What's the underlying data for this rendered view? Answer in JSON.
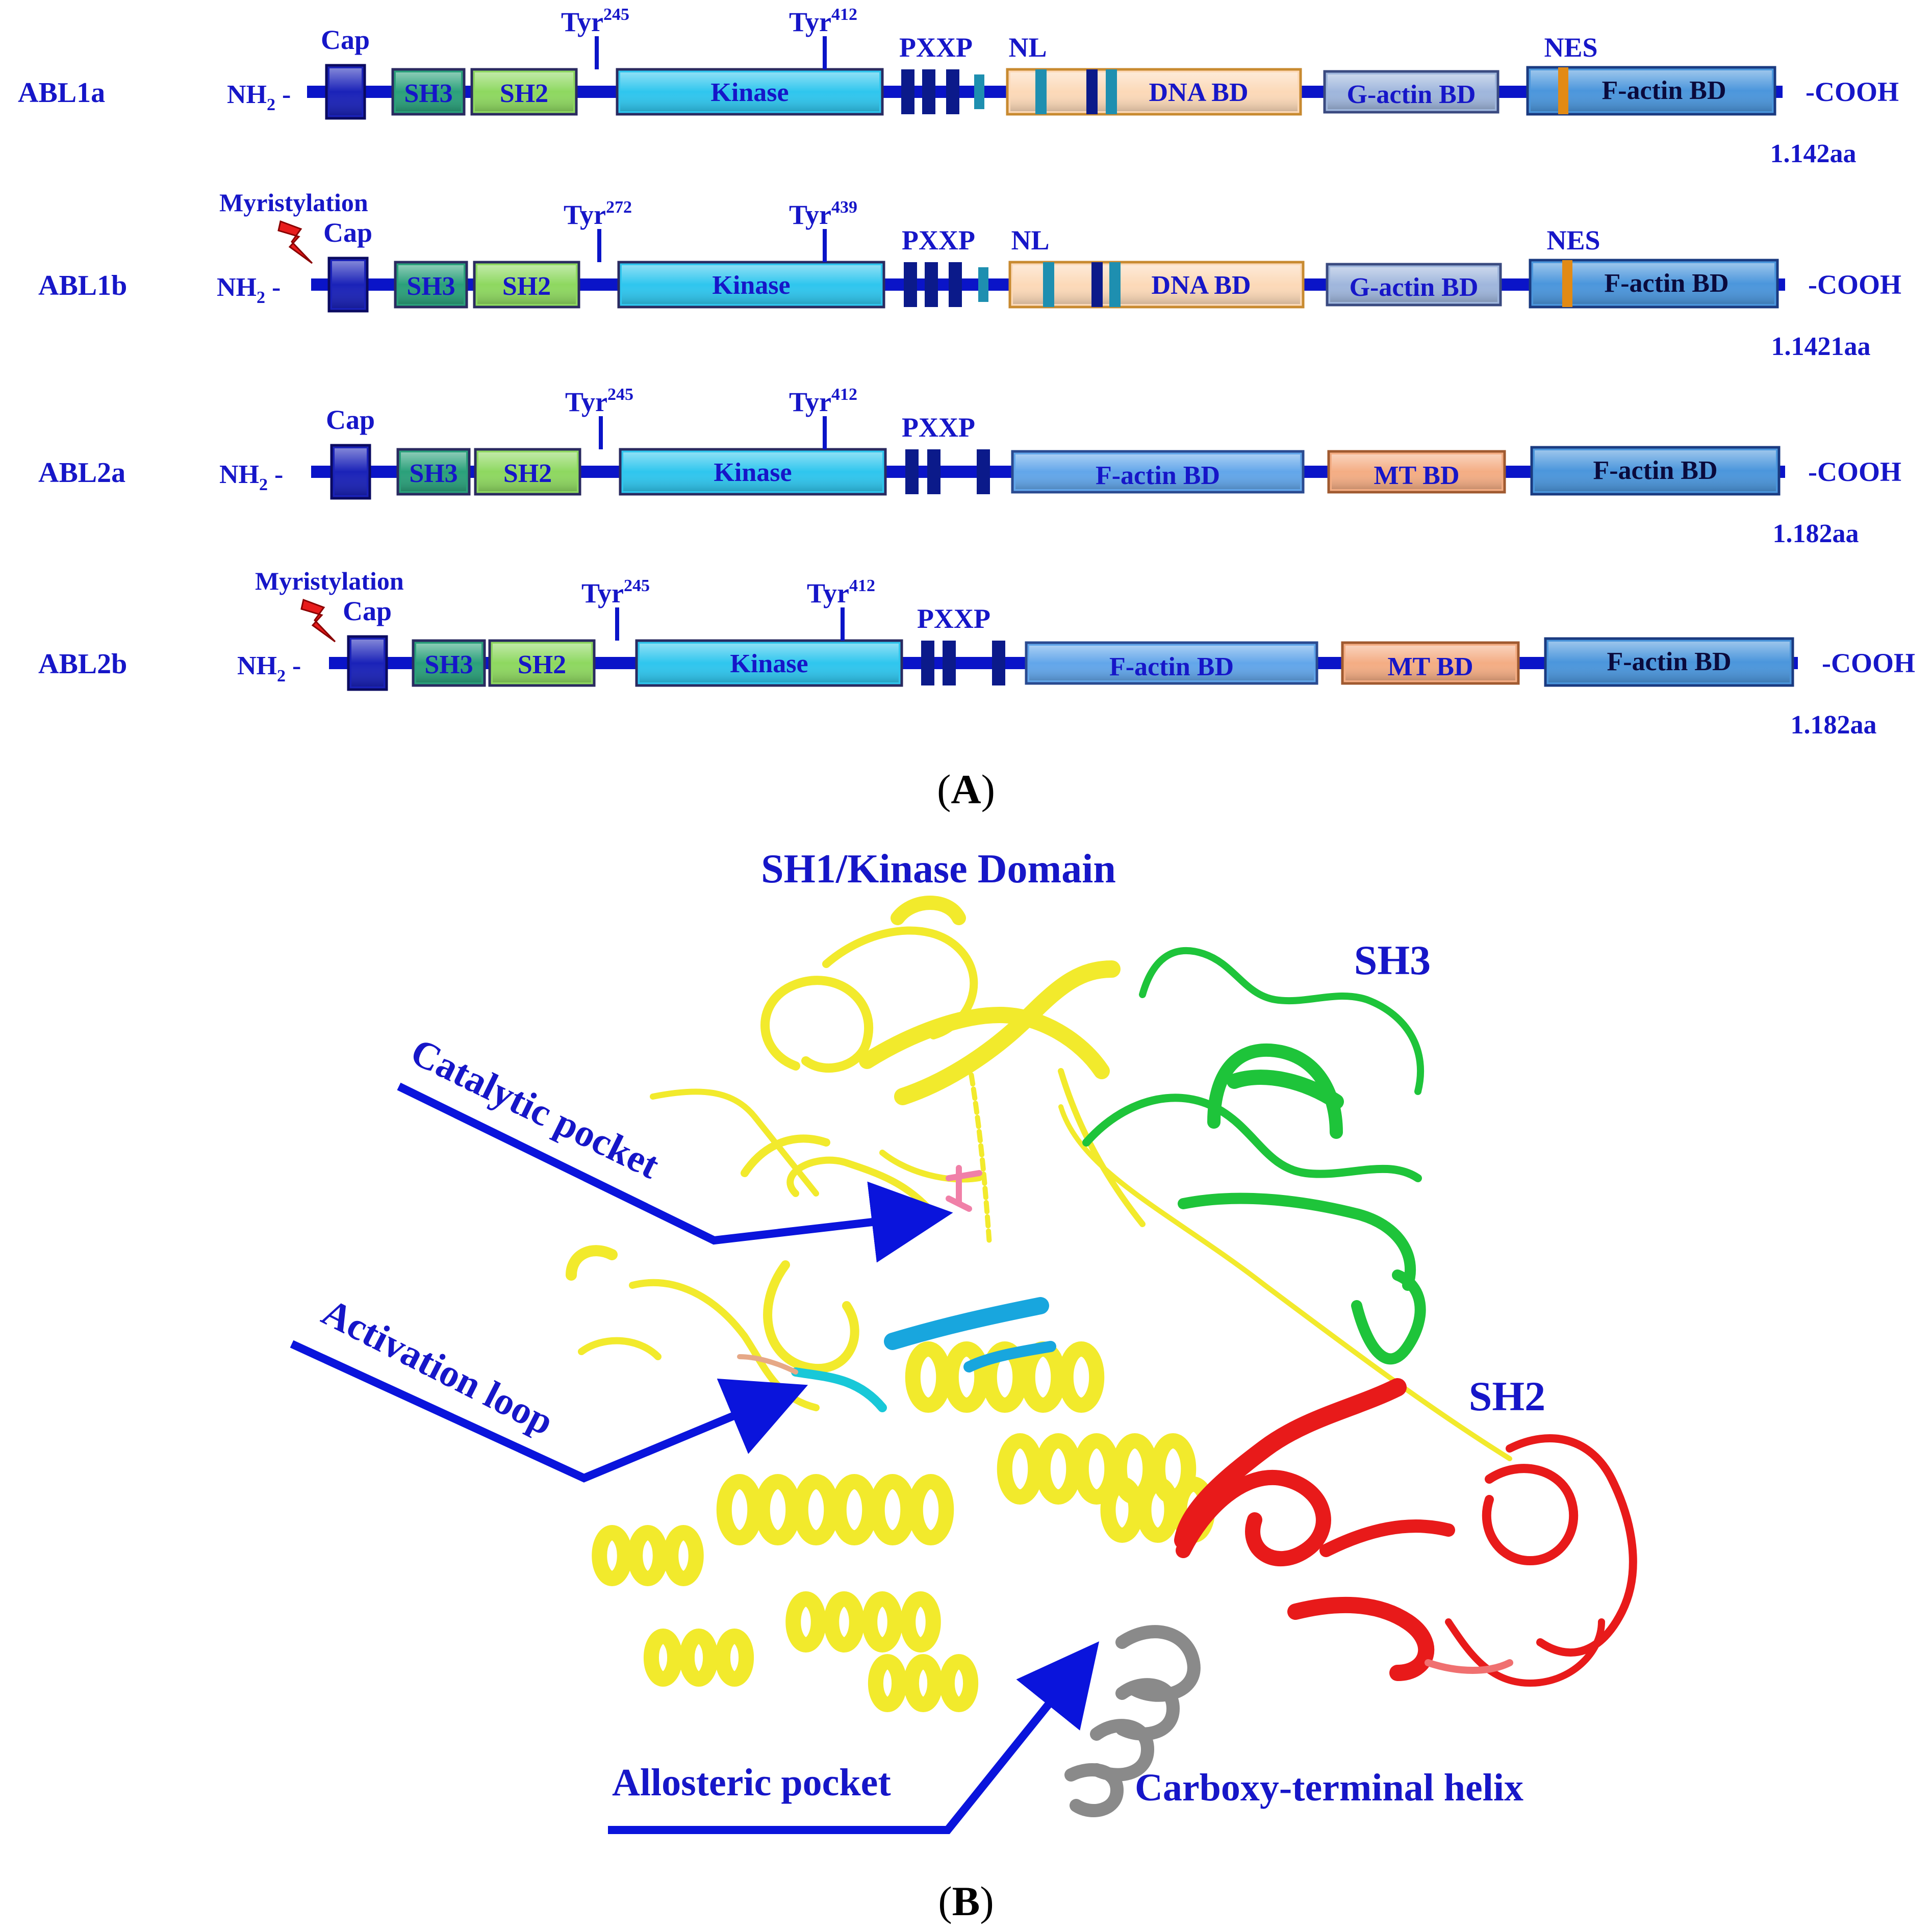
{
  "colors": {
    "blue_text": "#1616c8",
    "backbone": "#0a14c8",
    "cap": "#1a22b8",
    "sh3": "#2aa07a",
    "sh2": "#8ed860",
    "kinase": "#2fc6ee",
    "pxxp": "#0b1a8a",
    "nl_teal": "#1e8fb0",
    "dna_bd": "#fcd9b8",
    "g_actin": "#9fb6dc",
    "f_actin": "#4b96dc",
    "f_actin_mid": "#62a6ea",
    "mt_bd": "#f4ad84",
    "nes_orange": "#e28a14",
    "myristylation_bolt": "#e81c1c",
    "helix_yellow": "#f2ea2c",
    "sh3_green": "#1ec43a",
    "sh2_red": "#e81a1a",
    "helix_grey": "#8a8a8a",
    "activation_cyan": "#18c8d8"
  },
  "proteins": [
    {
      "name": "ABL1a",
      "nh2": "NH",
      "nh2_sub": "2",
      "nh2_suffix": " -",
      "cap": "Cap",
      "myristylation": "",
      "tyr_a": "Tyr",
      "tyr_a_sup": "245",
      "tyr_b": "Tyr",
      "tyr_b_sup": "412",
      "pxxp": "PXXP",
      "nl": "NL",
      "nes": "NES",
      "domains": [
        "SH3",
        "SH2",
        "Kinase",
        "DNA BD",
        "G-actin BD",
        "F-actin BD"
      ],
      "cooh": "-COOH",
      "length": "1.142aa"
    },
    {
      "name": "ABL1b",
      "nh2": "NH",
      "nh2_sub": "2",
      "nh2_suffix": " -",
      "cap": "Cap",
      "myristylation": "Myristylation",
      "tyr_a": "Tyr",
      "tyr_a_sup": "272",
      "tyr_b": "Tyr",
      "tyr_b_sup": "439",
      "pxxp": "PXXP",
      "nl": "NL",
      "nes": "NES",
      "domains": [
        "SH3",
        "SH2",
        "Kinase",
        "DNA BD",
        "G-actin BD",
        "F-actin BD"
      ],
      "cooh": "-COOH",
      "length": "1.1421aa"
    },
    {
      "name": "ABL2a",
      "nh2": "NH",
      "nh2_sub": "2",
      "nh2_suffix": " -",
      "cap": "Cap",
      "myristylation": "",
      "tyr_a": "Tyr",
      "tyr_a_sup": "245",
      "tyr_b": "Tyr",
      "tyr_b_sup": "412",
      "pxxp": "PXXP",
      "nl": "",
      "nes": "",
      "domains": [
        "SH3",
        "SH2",
        "Kinase",
        "F-actin  BD",
        "MT BD",
        "F-actin BD"
      ],
      "cooh": "-COOH",
      "length": "1.182aa"
    },
    {
      "name": "ABL2b",
      "nh2": "NH",
      "nh2_sub": "2",
      "nh2_suffix": " -",
      "cap": "Cap",
      "myristylation": "Myristylation",
      "tyr_a": "Tyr",
      "tyr_a_sup": "245",
      "tyr_b": "Tyr",
      "tyr_b_sup": "412",
      "pxxp": "PXXP",
      "nl": "",
      "nes": "",
      "domains": [
        "SH3",
        "SH2",
        "Kinase",
        "F-actin  BD",
        "MT BD",
        "F-actin BD"
      ],
      "cooh": "-COOH",
      "length": "1.182aa"
    }
  ],
  "panel_a": {
    "open": "(",
    "letter": "A",
    "close": ")"
  },
  "panel_b": {
    "open": "(",
    "letter": "B",
    "close": ")"
  },
  "structure": {
    "title": "SH1/Kinase Domain",
    "sh3_label": "SH3",
    "sh2_label": "SH2",
    "catalytic_pocket": "Catalytic pocket",
    "activation_loop": "Activation loop",
    "allosteric_pocket": "Allosteric  pocket",
    "carboxy_helix": "Carboxy-terminal  helix"
  }
}
